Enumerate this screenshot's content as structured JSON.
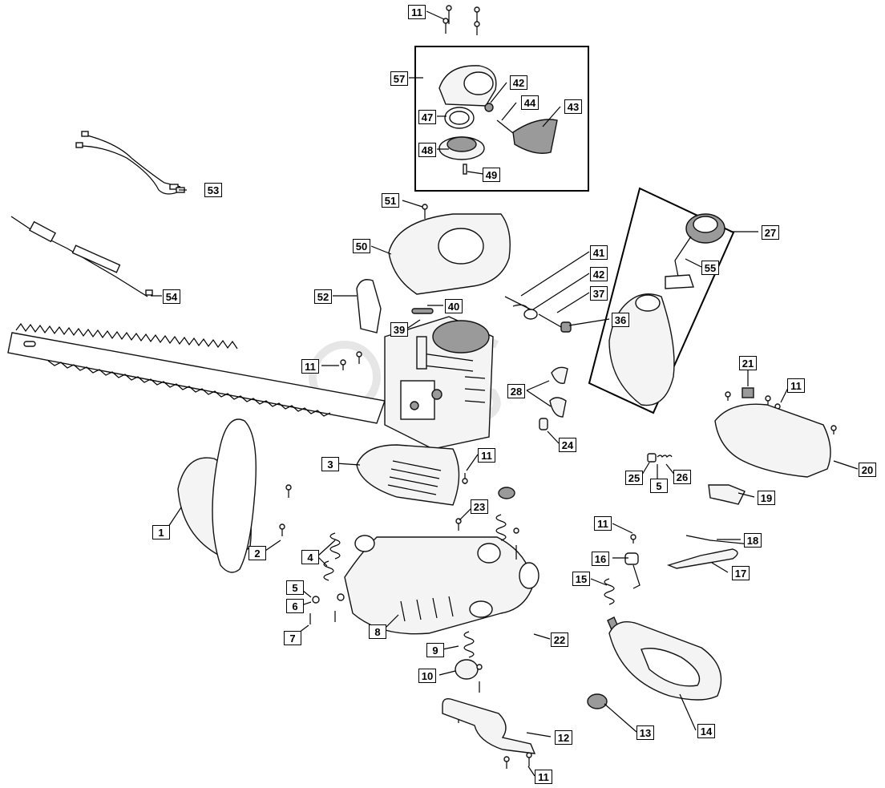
{
  "labels": {
    "l1": "1",
    "l2": "2",
    "l3": "3",
    "l4": "4",
    "l5a": "5",
    "l5b": "5",
    "l6": "6",
    "l7": "7",
    "l8": "8",
    "l9": "9",
    "l10": "10",
    "l11a": "11",
    "l11b": "11",
    "l11c": "11",
    "l11d": "11",
    "l11e": "11",
    "l11f": "11",
    "l12": "12",
    "l13": "13",
    "l14": "14",
    "l15": "15",
    "l16": "16",
    "l17": "17",
    "l18": "18",
    "l19": "19",
    "l20": "20",
    "l21": "21",
    "l22": "22",
    "l23": "23",
    "l24": "24",
    "l25": "25",
    "l26": "26",
    "l27": "27",
    "l28": "28",
    "l36": "36",
    "l37": "37",
    "l39": "39",
    "l40": "40",
    "l41": "41",
    "l42a": "42",
    "l42b": "42",
    "l43": "43",
    "l44": "44",
    "l47": "47",
    "l48": "48",
    "l49": "49",
    "l50": "50",
    "l51": "51",
    "l52": "52",
    "l53": "53",
    "l54": "54",
    "l55": "55",
    "l57": "57"
  },
  "colors": {
    "line": "#000000",
    "part_fill": "#f4f4f4",
    "part_dark": "#9a9a9a",
    "watermark": "#e6e6e6"
  }
}
